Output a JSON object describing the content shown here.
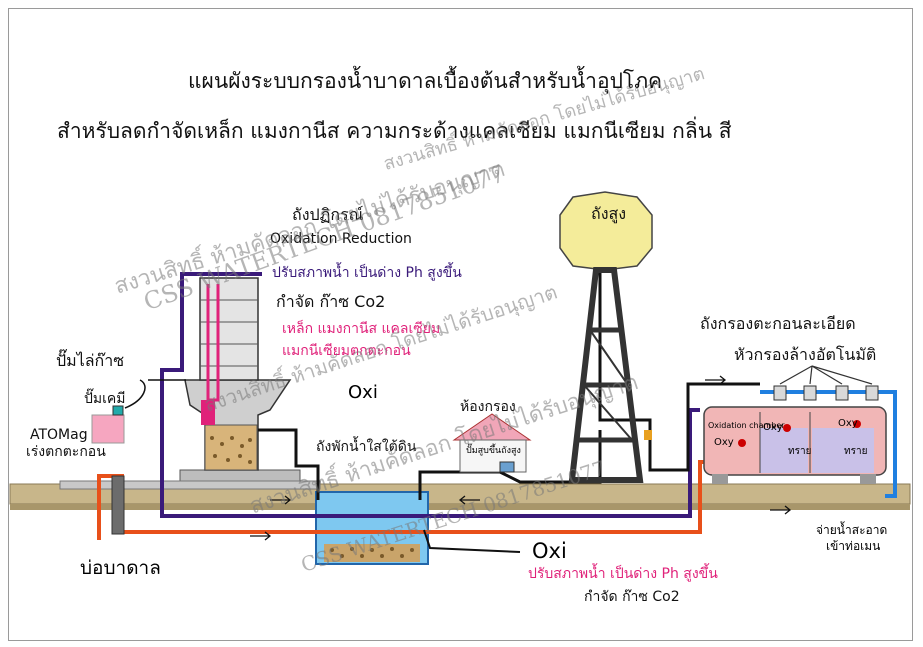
{
  "title": "แผนผังระบบกรองน้ำบาดาลเบื้องต้นสำหรับน้ำอุปโภค",
  "subtitle": "สำหรับลดกำจัดเหล็ก แมงกานีส ความกระด้างแคลเซียม แมกนีเซียม กลิ่น สี",
  "labels": {
    "oxidation_tank": "ถังปฏิกรณ์",
    "oxidation_reduction": "Oxidation Reduction",
    "adjust_ph": "ปรับสภาพน้ำ เป็นด่าง Ph สูงขึ้น",
    "remove_co2": "กำจัด ก๊าซ Co2",
    "iron_line1": "เหล็ก แมงกานีส แคลเซียม",
    "iron_line2": "แมกนีเซียมตกตะกอน",
    "oxi": "Oxi",
    "air_pump": "ปั๊มไล่ก๊าซ",
    "chem_pump": "ปั๊มเคมี",
    "atomag": "ATOMag",
    "sediment_accel": "เร่งตกตะกอน",
    "clear_tank": "ถังพักน้ำใสใต้ดิน",
    "filter_room": "ห้องกรอง",
    "pump_up": "ปั๊มสูบขึ้นถังสูง",
    "high_tank": "ถังสูง",
    "fine_filter": "ถังกรองตะกอนละเอียด",
    "auto_head": "หัวกรองล้างอัตโนมัติ",
    "oxidation_chamber": "Oxidation chamber",
    "oxy_a": "Oxy",
    "oxy_b": "Oxy",
    "oxy_c": "Oxy",
    "sand_a": "ทราย",
    "sand_b": "ทราย",
    "well": "บ่อบาดาล",
    "oxi_bottom": "Oxi",
    "adjust_ph_bottom": "ปรับสภาพน้ำ เป็นด่าง Ph สูงขึ้น",
    "remove_co2_bottom": "กำจัด ก๊าซ Co2",
    "supply_line1": "จ่ายน้ำสะอาด",
    "supply_line2": "เข้าท่อเมน"
  },
  "watermarks": {
    "company": "CSS WATERTECH 0817851077",
    "copyright": "สงวนสิทธิ์ ห้ามคัดลอก โดยไม่ได้รับอนุญาต"
  },
  "colors": {
    "inlet_pipe": "#e8501a",
    "navy_pipe": "#3a1a7a",
    "pink_pipe": "#e0227a",
    "blue_pipe": "#1f7fe0",
    "black_pipe": "#111111",
    "ground": "#c8b68a",
    "water": "#7ec8f0"
  }
}
